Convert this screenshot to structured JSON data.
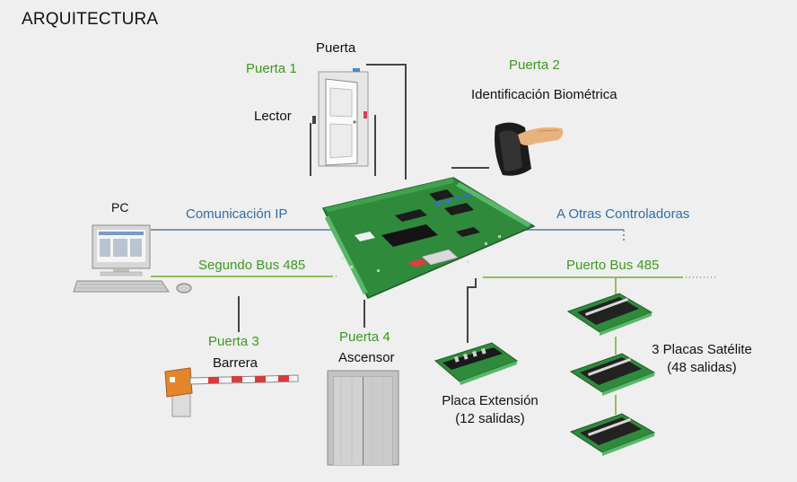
{
  "title": "ARQUITECTURA",
  "labels": {
    "puerta": "Puerta",
    "puerta1": "Puerta 1",
    "lector": "Lector",
    "puerta2": "Puerta 2",
    "biometrica": "Identificación Biométrica",
    "pc": "PC",
    "comunicacion_ip": "Comunicación IP",
    "otras_controladoras": "A Otras Controladoras",
    "segundo_bus": "Segundo Bus 485",
    "puerto_bus": "Puerto Bus 485",
    "puerta3": "Puerta 3",
    "barrera": "Barrera",
    "puerta4": "Puerta 4",
    "ascensor": "Ascensor",
    "placa_extension": "Placa Extensión",
    "placa_extension_sub": "(12 salidas)",
    "placas_satelite": "3 Placas Satélite",
    "placas_satelite_sub": "(48 salidas)"
  },
  "colors": {
    "green_label": "#3b9b1e",
    "blue_label": "#2f6fa8",
    "board": "#2f8a3c",
    "bus_line": "#8dbf5a"
  }
}
